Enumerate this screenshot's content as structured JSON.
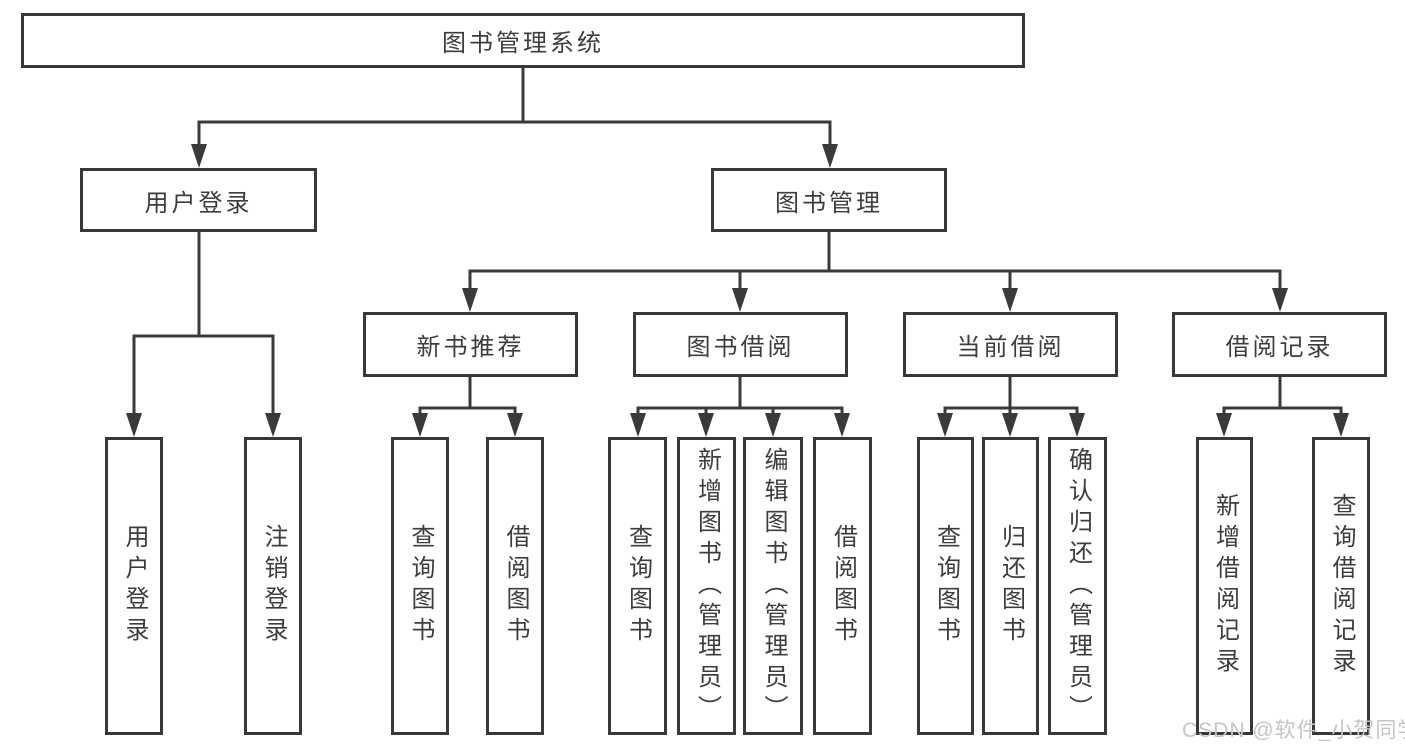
{
  "colors": {
    "line": "#3a3a3a",
    "box_border": "#383838",
    "box_fill": "#ffffff",
    "text": "#3d3d3d",
    "background": "#ffffff",
    "watermark": "#c5c5c5"
  },
  "watermark": {
    "text": "CSDN @软件_小贺同学"
  },
  "diagram": {
    "type": "hierarchy-tree",
    "root": {
      "label": "图书管理系统"
    },
    "branches": [
      {
        "label": "用户登录",
        "children": [
          {
            "label": "用户登录"
          },
          {
            "label": "注销登录"
          }
        ]
      },
      {
        "label": "图书管理",
        "children": [
          {
            "label": "新书推荐",
            "children": [
              {
                "label": "查询图书"
              },
              {
                "label": "借阅图书"
              }
            ]
          },
          {
            "label": "图书借阅",
            "children": [
              {
                "label": "查询图书"
              },
              {
                "label": "新增图书（管理员）"
              },
              {
                "label": "编辑图书（管理员）"
              },
              {
                "label": "借阅图书"
              }
            ]
          },
          {
            "label": "当前借阅",
            "children": [
              {
                "label": "查询图书"
              },
              {
                "label": "归还图书"
              },
              {
                "label": "确认归还（管理员）"
              }
            ]
          },
          {
            "label": "借阅记录",
            "children": [
              {
                "label": "新增借阅记录"
              },
              {
                "label": "查询借阅记录"
              }
            ]
          }
        ]
      }
    ]
  }
}
